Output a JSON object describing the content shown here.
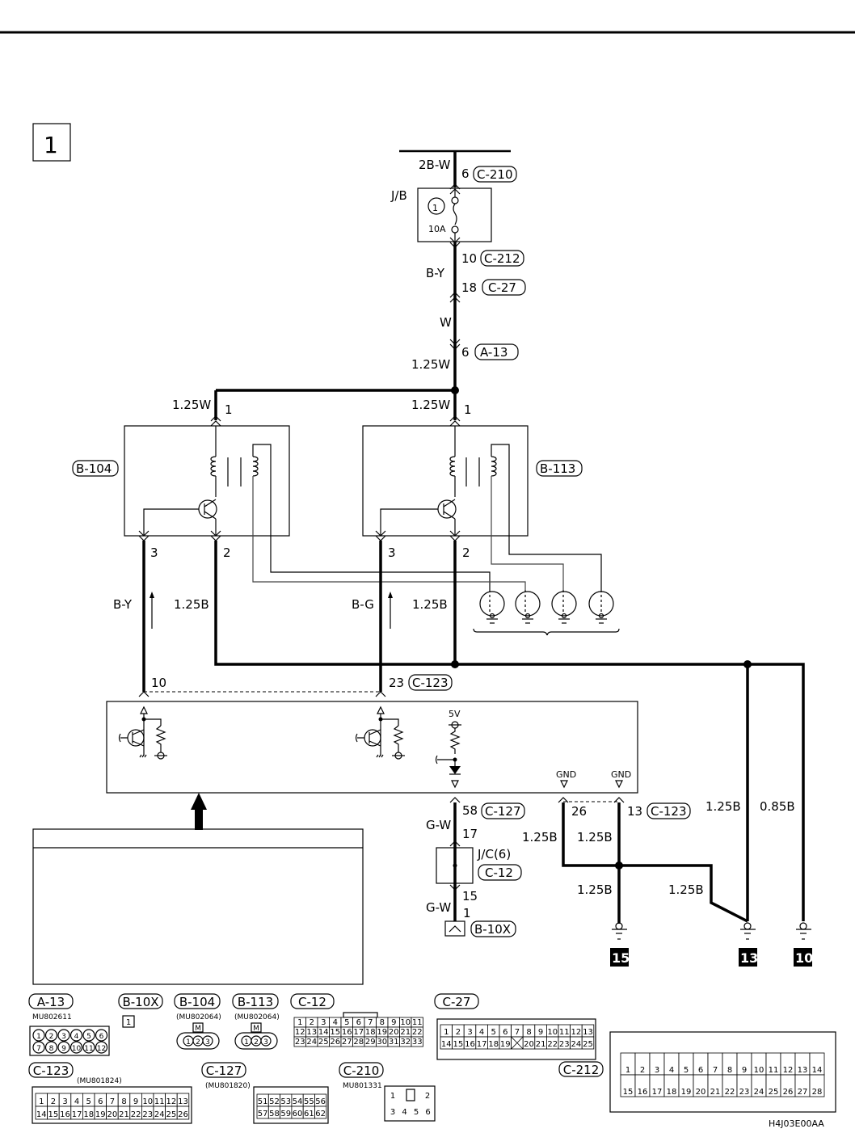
{
  "page": {
    "section_number": "1",
    "figure_code": "H4J03E00AA"
  },
  "power": {
    "top_wire": "2B-W",
    "c210_pin": "6",
    "c210": "C-210",
    "jb_label": "J/B",
    "fuse_number": "1",
    "fuse_rating": "10A",
    "c212_pin": "10",
    "c212": "C-212",
    "wire_by": "B-Y",
    "c27_pin": "18",
    "c27": "C-27",
    "wire_w": "W",
    "a13_pin": "6",
    "a13": "A-13",
    "wire_125w": "1.25W"
  },
  "relays": [
    {
      "connector": "B-104",
      "pin_in": "1",
      "wire_in": "1.25W",
      "pin_ctrl": "3",
      "pin_gnd": "2",
      "wire_ctrl": "B-Y",
      "wire_gnd": "1.25B"
    },
    {
      "connector": "B-113",
      "pin_in": "1",
      "wire_in": "1.25W",
      "pin_ctrl": "3",
      "pin_gnd": "2",
      "wire_ctrl": "B-G",
      "wire_gnd": "1.25B"
    }
  ],
  "ecu": {
    "pin_a": "10",
    "pin_b": "23",
    "connector_top": "C-123",
    "v5": "5V",
    "gnd1": "GND",
    "gnd2": "GND",
    "pin_58": "58",
    "c127": "C-127",
    "pin_26": "26",
    "pin_13": "13",
    "connector_bottom": "C-123"
  },
  "lower_wiring": {
    "wire_gw": "G-W",
    "jc_pin_in": "17",
    "jc_label": "J/C(6)",
    "jc_connector": "C-12",
    "jc_pin_out": "15",
    "wire_gw2": "G-W",
    "b10x_pin": "1",
    "b10x": "B-10X",
    "w26": "1.25B",
    "w13": "1.25B",
    "w_to15": "1.25B",
    "w_to13": "1.25B",
    "w_right1": "1.25B",
    "w_right2": "0.85B",
    "ground_15": "15",
    "ground_13": "13",
    "ground_10": "10"
  },
  "connectors": {
    "a13": {
      "name": "A-13",
      "part": "MU802611",
      "row1": [
        "1",
        "2",
        "3",
        "4",
        "5",
        "6"
      ],
      "row2": [
        "7",
        "8",
        "9",
        "10",
        "11",
        "12"
      ]
    },
    "b10x": {
      "name": "B-10X",
      "pins": [
        "1"
      ]
    },
    "b104": {
      "name": "B-104",
      "part": "(MU802064)",
      "pins": [
        "1",
        "2",
        "3"
      ],
      "mark": "M"
    },
    "b113": {
      "name": "B-113",
      "part": "(MU802064)",
      "pins": [
        "1",
        "2",
        "3"
      ],
      "mark": "M"
    },
    "c12": {
      "name": "C-12",
      "row1": [
        "1",
        "2",
        "3",
        "4",
        "5",
        "6",
        "7",
        "8",
        "9",
        "10",
        "11"
      ],
      "row2": [
        "12",
        "13",
        "14",
        "15",
        "16",
        "17",
        "18",
        "19",
        "20",
        "21",
        "22"
      ],
      "row3": [
        "23",
        "24",
        "25",
        "26",
        "27",
        "28",
        "29",
        "30",
        "31",
        "32",
        "33"
      ]
    },
    "c27": {
      "name": "C-27",
      "row1": [
        "1",
        "2",
        "3",
        "4",
        "5",
        "6",
        "7",
        "8",
        "9",
        "10",
        "11",
        "12",
        "13"
      ],
      "row2": [
        "14",
        "15",
        "16",
        "17",
        "18",
        "19",
        "X",
        "20",
        "21",
        "22",
        "23",
        "24",
        "25"
      ]
    },
    "c212": {
      "name": "C-212",
      "row1": [
        "1",
        "2",
        "3",
        "4",
        "5",
        "6",
        "7",
        "8",
        "9",
        "10",
        "11",
        "12",
        "13",
        "14"
      ],
      "row2": [
        "15",
        "16",
        "17",
        "18",
        "19",
        "20",
        "21",
        "22",
        "23",
        "24",
        "25",
        "26",
        "27",
        "28"
      ]
    },
    "c123": {
      "name": "C-123",
      "part": "(MU801824)",
      "row1": [
        "1",
        "2",
        "3",
        "4",
        "5",
        "6",
        "7",
        "8",
        "9",
        "10",
        "11",
        "12",
        "13"
      ],
      "row2": [
        "14",
        "15",
        "16",
        "17",
        "18",
        "19",
        "20",
        "21",
        "22",
        "23",
        "24",
        "25",
        "26"
      ]
    },
    "c127": {
      "name": "C-127",
      "part": "(MU801820)",
      "row1": [
        "51",
        "52",
        "53",
        "54",
        "55",
        "56"
      ],
      "row2": [
        "57",
        "58",
        "59",
        "60",
        "61",
        "62"
      ]
    },
    "c210": {
      "name": "C-210",
      "part": "MU801331",
      "row1": [
        "1",
        "",
        "2"
      ],
      "row2": [
        "3",
        "4",
        "5",
        "6"
      ]
    }
  }
}
